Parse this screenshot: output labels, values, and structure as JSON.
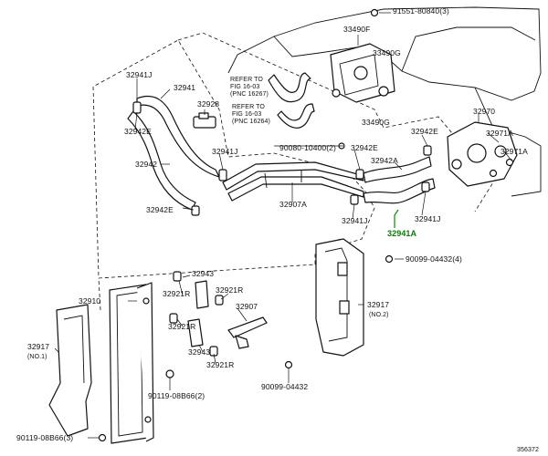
{
  "highlight_color": "#0a7a0a",
  "labels": {
    "p91551": "91551-80840(3)",
    "p33490f": "33490F",
    "p33490g_top": "33490G",
    "p33490g_bot": "33490G",
    "p32941j_a": "32941J",
    "p32941_a": "32941",
    "p32928": "32928",
    "p32942e_a": "32942E",
    "p32941j_b": "32941J",
    "p32942": "32942",
    "p90080": "90080-10400(2)",
    "p32942e_b": "32942E",
    "p32942a": "32942A",
    "p32970": "32970",
    "p32971a_a": "32971A",
    "p32971a_b": "32971A",
    "p32907a": "32907A",
    "p32942e_c": "32942E",
    "p32941j_c": "32941J",
    "p32941j_d": "32941J",
    "p32941a": "32941A",
    "p90099_4432_4": "90099-04432(4)",
    "p32943_a": "32943",
    "p32921r_a": "32921R",
    "p32921r_b": "32921R",
    "p32907": "32907",
    "p32910": "32910",
    "p32917_left": "32917",
    "p32917_left_sub": "(NO.1)",
    "p32917_right": "32917",
    "p32917_right_sub": "(NO.2)",
    "p32921r_c": "32921R",
    "p32943_b": "32943",
    "p32921r_d": "32921R",
    "p90119_08b66_2": "90119-08B66(2)",
    "p90099_04432": "90099-04432",
    "p90119_08b66_3": "90119-08B66(3)",
    "ref1": "REFER TO\nFIG 16-03\n(PNC 16267)",
    "ref2": "REFER TO\nFIG 16-03\n(PNC 16264)",
    "figure_id": "356372"
  }
}
